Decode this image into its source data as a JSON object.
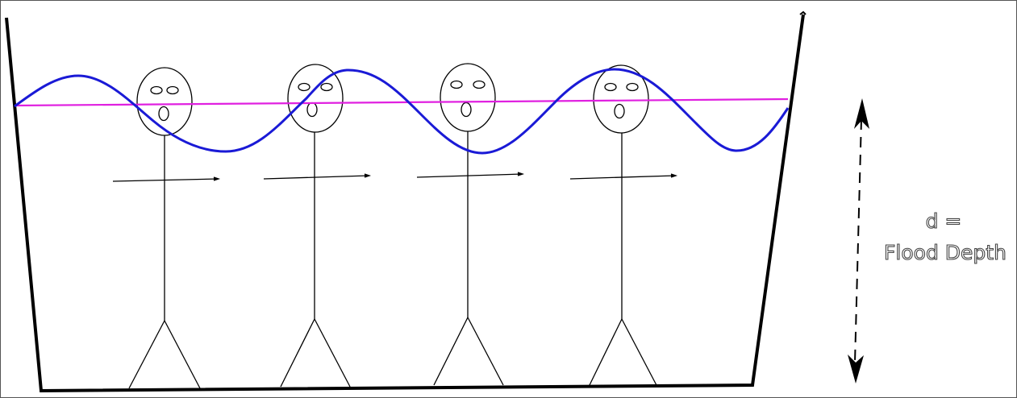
{
  "label": {
    "line1": "d =",
    "line2": "Flood Depth"
  },
  "colors": {
    "container": "#000000",
    "wave": "#1a1ad6",
    "water_level": "#e020e0",
    "figures": "#000000",
    "arrow": "#000000"
  },
  "figure_count": 4
}
